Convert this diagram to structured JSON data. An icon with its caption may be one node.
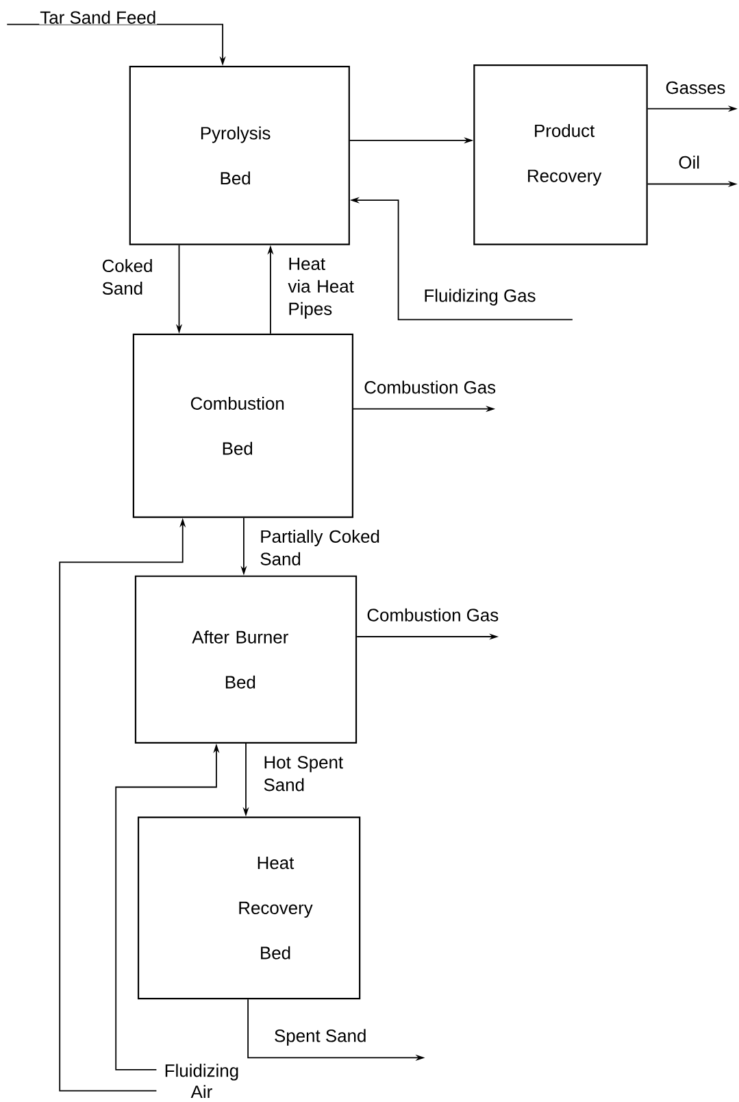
{
  "diagram": {
    "nodes": [
      {
        "text": [
          "Pyrolysis Bed"
        ]
      },
      {
        "text": [
          "Product Recovery"
        ]
      },
      {
        "text": [
          "Combustion Bed"
        ]
      },
      {
        "text": [
          "After Burner Bed"
        ]
      },
      {
        "text": [
          "Heat Recovery Bed"
        ]
      },
      {
        "text": [
          "Fluidizing Air"
        ]
      }
    ],
    "edges": [
      {
        "from": null,
        "to": 0,
        "arrow": "to",
        "label": "Tar Sand Feed"
      },
      {
        "from": 0,
        "to": 1,
        "arrow": "to"
      },
      {
        "from": 1,
        "to": null,
        "arrow": "to",
        "label": "Gasses"
      },
      {
        "from": 1,
        "to": null,
        "arrow": "to",
        "label": "Oil"
      },
      {
        "from": null,
        "to": 0,
        "arrow": "to",
        "label": "Fluidizing Gas"
      },
      {
        "from": 0,
        "to": 2,
        "arrow": "to",
        "label": "Coked Sand"
      },
      {
        "from": 2,
        "to": 0,
        "arrow": "to",
        "label": "Heat via Heat Pipes"
      },
      {
        "from": 2,
        "to": null,
        "arrow": "to",
        "label": "Combustion Gas"
      },
      {
        "from": 2,
        "to": 3,
        "arrow": "to",
        "label": "Partially Coked Sand"
      },
      {
        "from": 3,
        "to": null,
        "arrow": "to",
        "label": "Combustion Gas"
      },
      {
        "from": 3,
        "to": 4,
        "arrow": "to",
        "label": "Hot Spent Sand"
      },
      {
        "from": 5,
        "to": 2,
        "arrow": "to"
      },
      {
        "from": 5,
        "to": 3,
        "arrow": "to"
      },
      {
        "from": 4,
        "to": null,
        "arrow": "to",
        "label": "Spent Sand"
      }
    ]
  }
}
